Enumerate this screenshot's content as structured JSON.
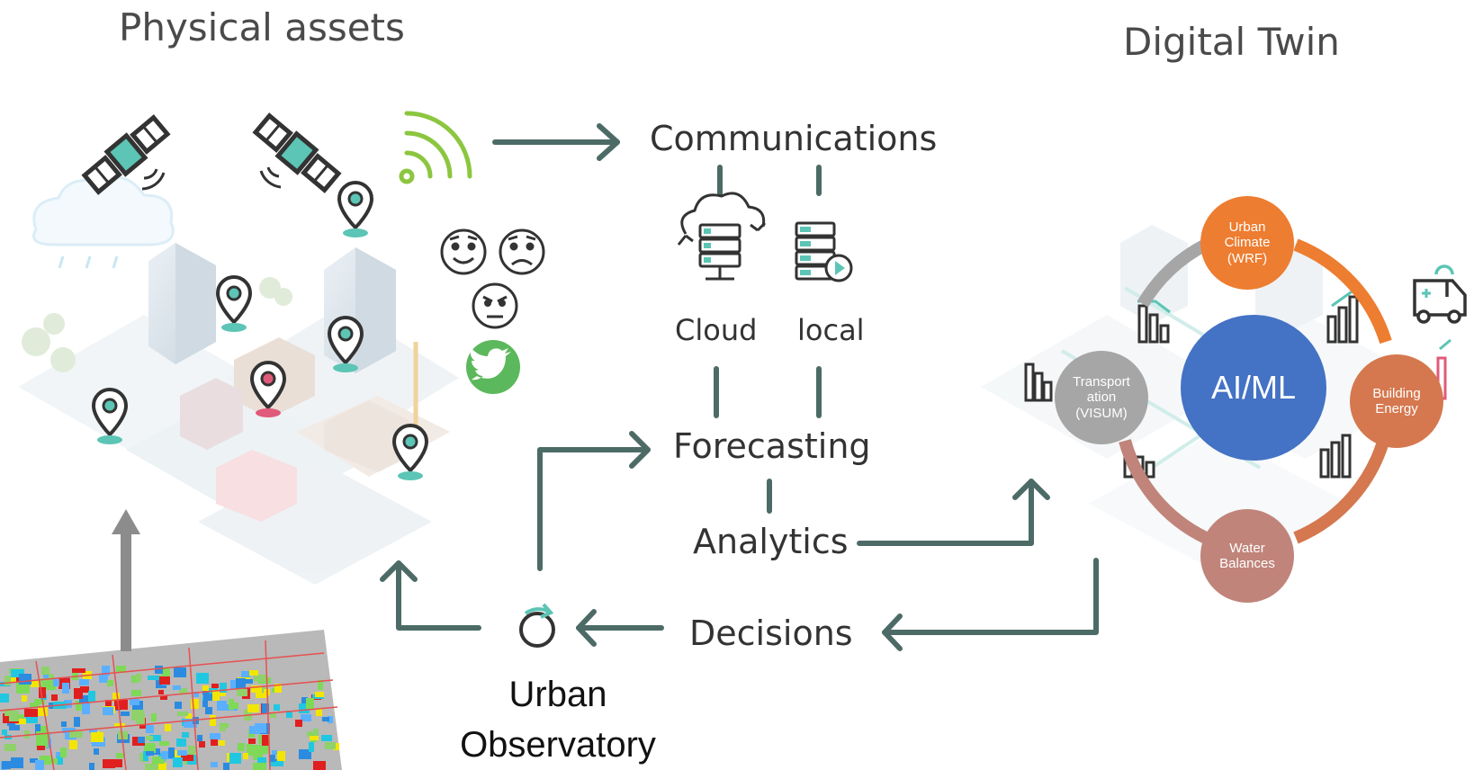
{
  "headings": {
    "physical": "Physical assets",
    "digital": "Digital Twin"
  },
  "flow": {
    "communications": "Communications",
    "cloud": "Cloud",
    "local": "local",
    "forecasting": "Forecasting",
    "analytics": "Analytics",
    "decisions": "Decisions"
  },
  "observatory": {
    "line1": "Urban",
    "line2": "Observatory"
  },
  "twin_nodes": {
    "center": "AI/ML",
    "urban_climate": [
      "Urban",
      "Climate",
      "(WRF)"
    ],
    "building_energy": [
      "Building",
      "Energy"
    ],
    "water_balances": [
      "Water",
      "Balances"
    ],
    "transportation": [
      "Transport",
      "ation",
      "(VISUM)"
    ]
  },
  "colors": {
    "arrow": "#4d6b66",
    "urban_climate": "#ed7d31",
    "building_energy": "#d5784f",
    "water_balances": "#c0847a",
    "transportation": "#a6a6a6",
    "center": "#4472c4",
    "wifi": "#8cc63f",
    "twitter": "#5cb85c"
  },
  "icons": [
    "satellite-icon",
    "wifi-signal-icon",
    "cloud-server-icon",
    "local-server-icon",
    "smile-icon",
    "sad-icon",
    "angry-icon",
    "twitter-icon",
    "refresh-icon",
    "ambulance-icon",
    "bar-chart-icon",
    "location-pin-icon"
  ]
}
